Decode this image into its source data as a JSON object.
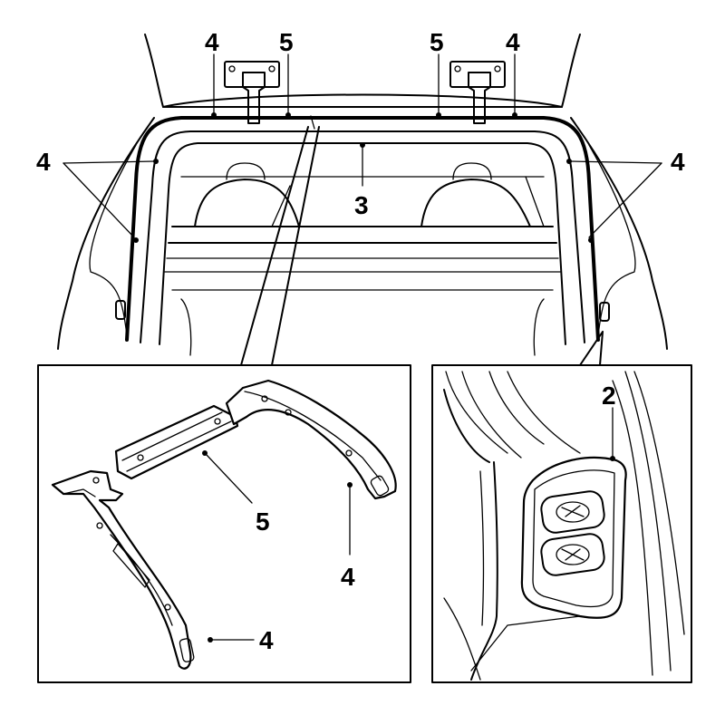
{
  "callouts": {
    "top_left_4": "4",
    "top_left_5": "5",
    "top_right_5": "5",
    "top_right_4": "4",
    "side_left_4": "4",
    "side_right_4": "4",
    "center_3": "3",
    "inset_left_5": "5",
    "inset_left_4_right": "4",
    "inset_left_4_bottom": "4",
    "inset_right_2": "2"
  },
  "colors": {
    "line": "#000000",
    "background": "#ffffff"
  }
}
